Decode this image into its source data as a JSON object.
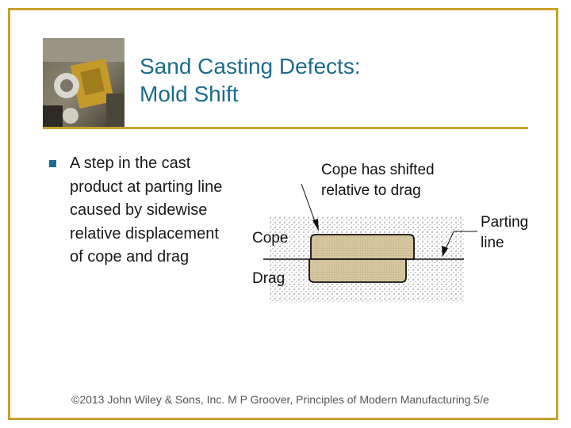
{
  "slide": {
    "title_line1": "Sand Casting Defects:",
    "title_line2": "Mold Shift",
    "bullet_text": "A step in the cast product at parting line caused by sidewise relative displacement of cope and drag",
    "footer": "©2013 John Wiley & Sons, Inc.  M P Groover, Principles of Modern Manufacturing 5/e"
  },
  "diagram": {
    "label_shift_line1": "Cope has shifted",
    "label_shift_line2": "relative to drag",
    "label_parting_line1": "Parting",
    "label_parting_line2": "line",
    "label_cope": "Cope",
    "label_drag": "Drag"
  },
  "colors": {
    "accent": "#c9a227",
    "title": "#1b6c8c",
    "casting_fill": "#d8c9a3"
  },
  "icons": {
    "photo": "casting-machinery-photo"
  }
}
